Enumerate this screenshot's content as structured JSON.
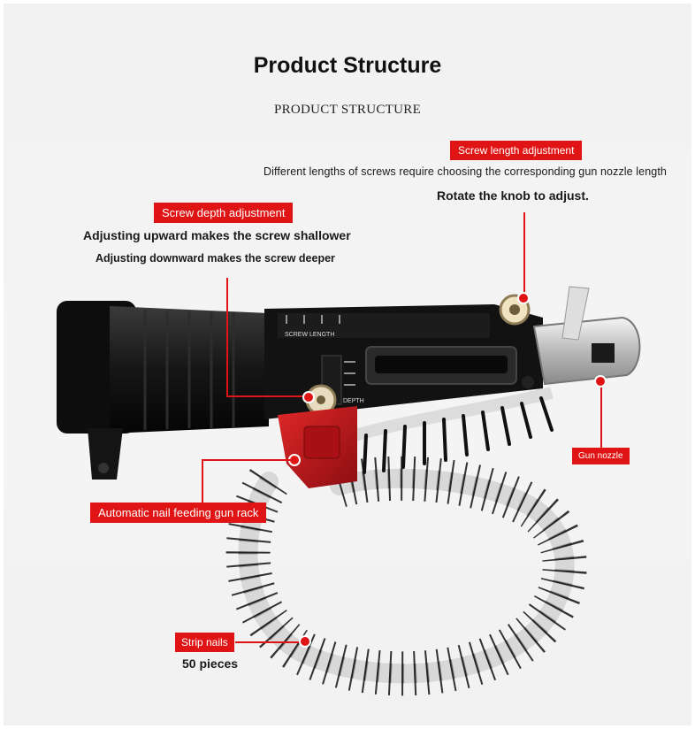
{
  "header": {
    "title": "Product Structure",
    "subtitle": "PRODUCT STRUCTURE"
  },
  "callouts": {
    "screw_length": {
      "label": "Screw length adjustment",
      "line1": "Different lengths of screws require choosing the corresponding gun nozzle length",
      "line2": "Rotate the knob to adjust."
    },
    "screw_depth": {
      "label": "Screw depth adjustment",
      "line1": "Adjusting upward makes the screw shallower",
      "line2": "Adjusting downward makes the screw deeper"
    },
    "gun_nozzle": {
      "label": "Gun nozzle"
    },
    "feeding_rack": {
      "label": "Automatic nail feeding gun rack"
    },
    "strip_nails": {
      "label": "Strip nails",
      "count": "50 pieces"
    }
  },
  "tool_markings": {
    "length_scale": "SCREW LENGTH",
    "depth_scale": "DEPTH"
  },
  "colors": {
    "accent": "#e01414",
    "tool_body": "#151515",
    "rack": "#b3141a",
    "metal": "#c9c9c9"
  }
}
